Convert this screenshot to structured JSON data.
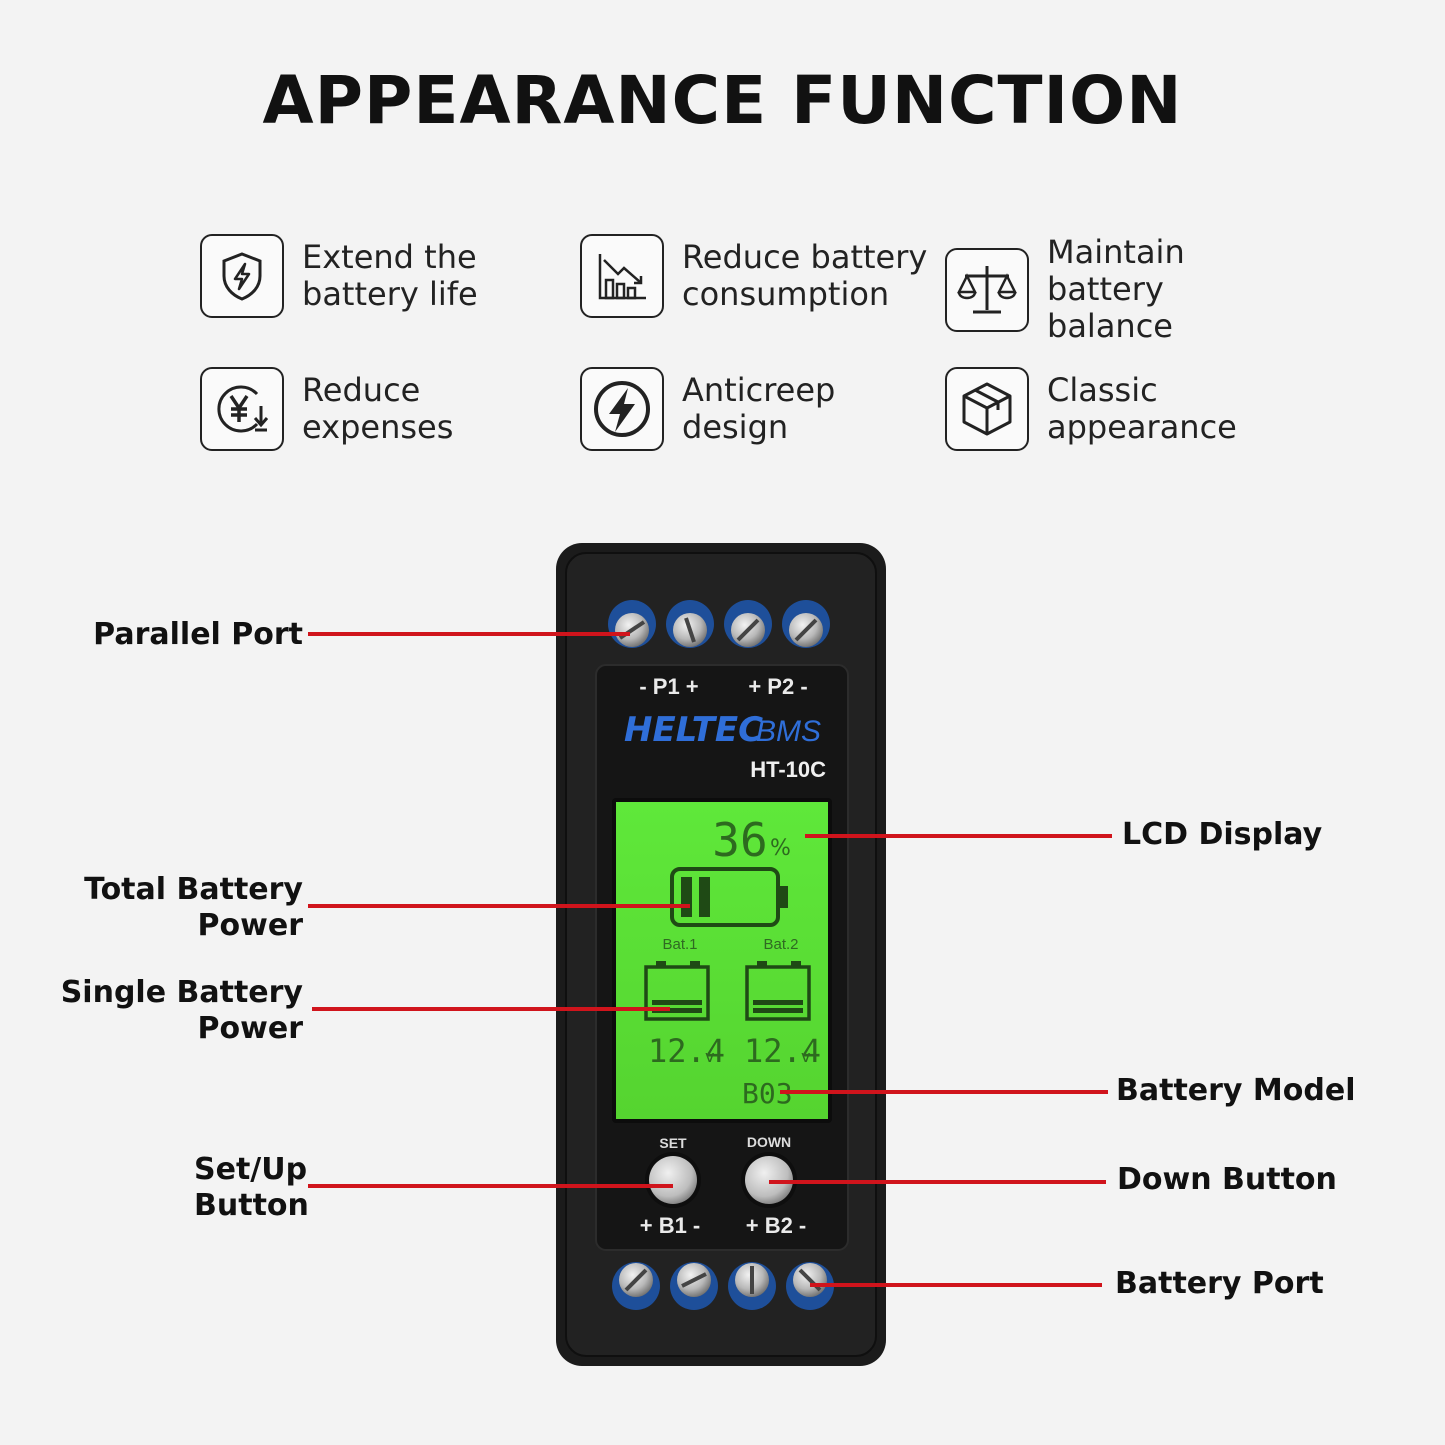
{
  "title": "APPEARANCE FUNCTION",
  "features": [
    {
      "icon": "shield-lightning-icon",
      "line1": "Extend the",
      "line2": "battery life"
    },
    {
      "icon": "declining-chart-icon",
      "line1": "Reduce battery",
      "line2": "consumption"
    },
    {
      "icon": "balance-scale-icon",
      "line1": "Maintain battery",
      "line2": "balance"
    },
    {
      "icon": "yen-down-icon",
      "line1": "Reduce",
      "line2": "expenses"
    },
    {
      "icon": "lightning-circle-icon",
      "line1": "Anticreep",
      "line2": "design"
    },
    {
      "icon": "cube-icon",
      "line1": "Classic",
      "line2": "appearance"
    }
  ],
  "device": {
    "brand": "HELTEC",
    "brand_suffix": "BMS",
    "model": "HT-10C",
    "top_ports": {
      "p1": "- P1 +",
      "p2": "+ P2 -"
    },
    "bottom_ports": {
      "b1": "+ B1 -",
      "b2": "+ B2 -"
    },
    "lcd": {
      "percent": "36",
      "percent_sign": "%",
      "bat1_label": "Bat.1",
      "bat2_label": "Bat.2",
      "bat1_voltage": "12.4",
      "bat2_voltage": "12.4",
      "volt_unit": "v",
      "model_code": "B03"
    },
    "buttons": {
      "set": "SET",
      "down": "DOWN"
    }
  },
  "callouts": {
    "parallel_port": "Parallel Port",
    "total_battery_power_1": "Total Battery",
    "total_battery_power_2": "Power",
    "single_battery_power_1": "Single Battery",
    "single_battery_power_2": "Power",
    "set_up_button_1": "Set/Up",
    "set_up_button_2": "Button",
    "lcd_display": "LCD Display",
    "battery_model": "Battery Model",
    "down_button": "Down Button",
    "battery_port": "Battery Port"
  },
  "colors": {
    "leader_line": "#d0141c",
    "lcd_green": "#5ee23a",
    "device_body": "#1a1a1a",
    "brand_blue": "#2f6ed8"
  }
}
